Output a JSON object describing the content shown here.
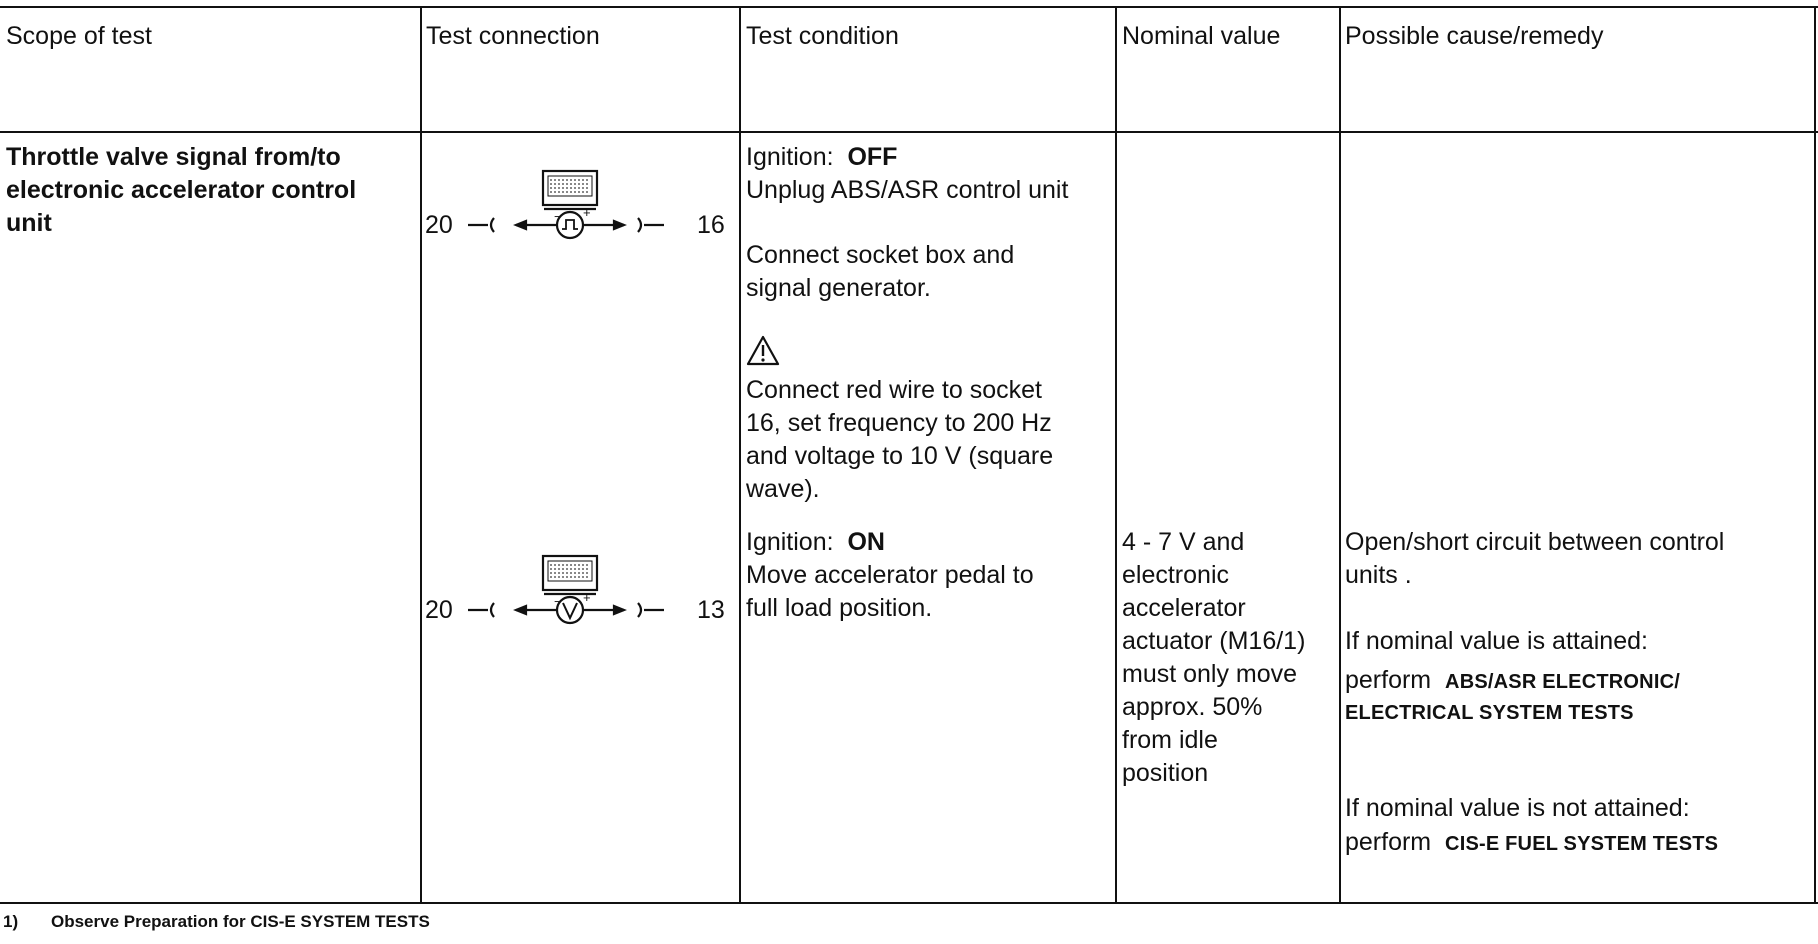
{
  "headers": {
    "scope": "Scope of test",
    "connection": "Test connection",
    "condition": "Test condition",
    "nominal": "Nominal value",
    "cause": "Possible cause/remedy"
  },
  "row": {
    "scope": [
      "Throttle valve signal from/to",
      "electronic accelerator control",
      "unit"
    ],
    "connections": [
      {
        "left": "20",
        "right": "16",
        "meter_symbol": "square-wave-signal-generator-icon"
      },
      {
        "left": "20",
        "right": "13",
        "meter_symbol": "voltmeter-icon"
      }
    ],
    "condition": {
      "ign_off_label": "Ignition:",
      "ign_off_value": "OFF",
      "unplug": "Unplug ABS/ASR control unit",
      "connect1": "Connect socket box and",
      "connect2": "signal generator.",
      "warning_symbol": "warning-triangle-icon",
      "red1": "Connect red wire to socket",
      "red2": "16, set frequency to 200 Hz",
      "red3": "and voltage to 10 V (square",
      "red4": "wave).",
      "ign_on_label": "Ignition:",
      "ign_on_value": "ON",
      "move1": "Move accelerator pedal to",
      "move2": "full load position."
    },
    "nominal": [
      "4 - 7 V and",
      "electronic",
      "accelerator",
      "actuator (M16/1)",
      "must only move",
      "approx. 50%",
      "from idle",
      "position"
    ],
    "cause": {
      "open1": "Open/short circuit between control",
      "open2": "units .",
      "att1": "If nominal value is attained:",
      "att2_prefix": "perform",
      "att2_sc": "ABS/ASR ELECTRONIC/",
      "att3_sc": "ELECTRICAL SYSTEM TESTS",
      "not1": "If nominal value is not attained:",
      "not2_prefix": "perform",
      "not2_sc": "CIS-E FUEL SYSTEM TESTS"
    }
  },
  "footnote": {
    "number": "1)",
    "text": "Observe Preparation for",
    "sc": "CIS-E SYSTEM TESTS"
  }
}
